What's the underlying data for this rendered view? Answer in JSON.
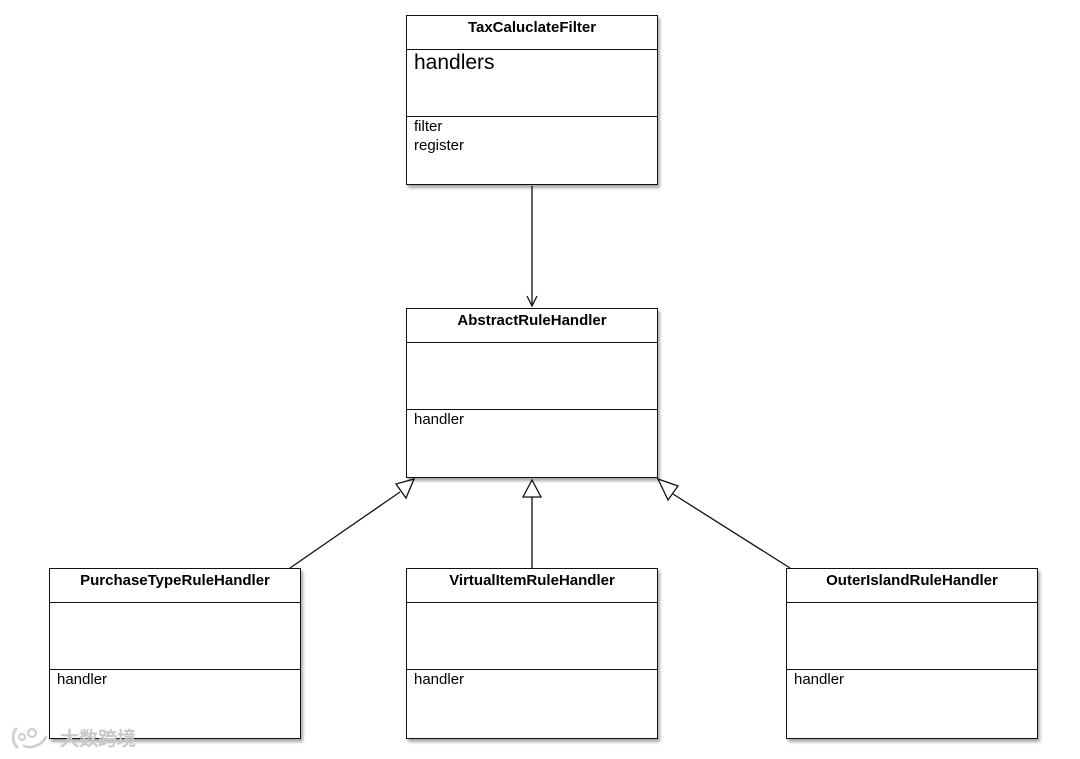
{
  "diagram": {
    "classes": [
      {
        "id": "tax",
        "name": "TaxCaluclateFilter",
        "attributes": [
          "handlers"
        ],
        "operations": [
          "filter",
          "register"
        ]
      },
      {
        "id": "abstract",
        "name": "AbstractRuleHandler",
        "attributes": [],
        "operations": [
          "handler"
        ]
      },
      {
        "id": "purchase",
        "name": "PurchaseTypeRuleHandler",
        "attributes": [],
        "operations": [
          "handler"
        ]
      },
      {
        "id": "virtual",
        "name": "VirtualItemRuleHandler",
        "attributes": [],
        "operations": [
          "handler"
        ]
      },
      {
        "id": "outer",
        "name": "OuterIslandRuleHandler",
        "attributes": [],
        "operations": [
          "handler"
        ]
      }
    ],
    "relations": [
      {
        "type": "association",
        "from": "tax",
        "to": "abstract"
      },
      {
        "type": "generalization",
        "from": "purchase",
        "to": "abstract"
      },
      {
        "type": "generalization",
        "from": "virtual",
        "to": "abstract"
      },
      {
        "type": "generalization",
        "from": "outer",
        "to": "abstract"
      }
    ]
  },
  "watermark": {
    "text": "大数跨境",
    "icon": "brand-logo-icon",
    "color": "#c9c9c9"
  }
}
